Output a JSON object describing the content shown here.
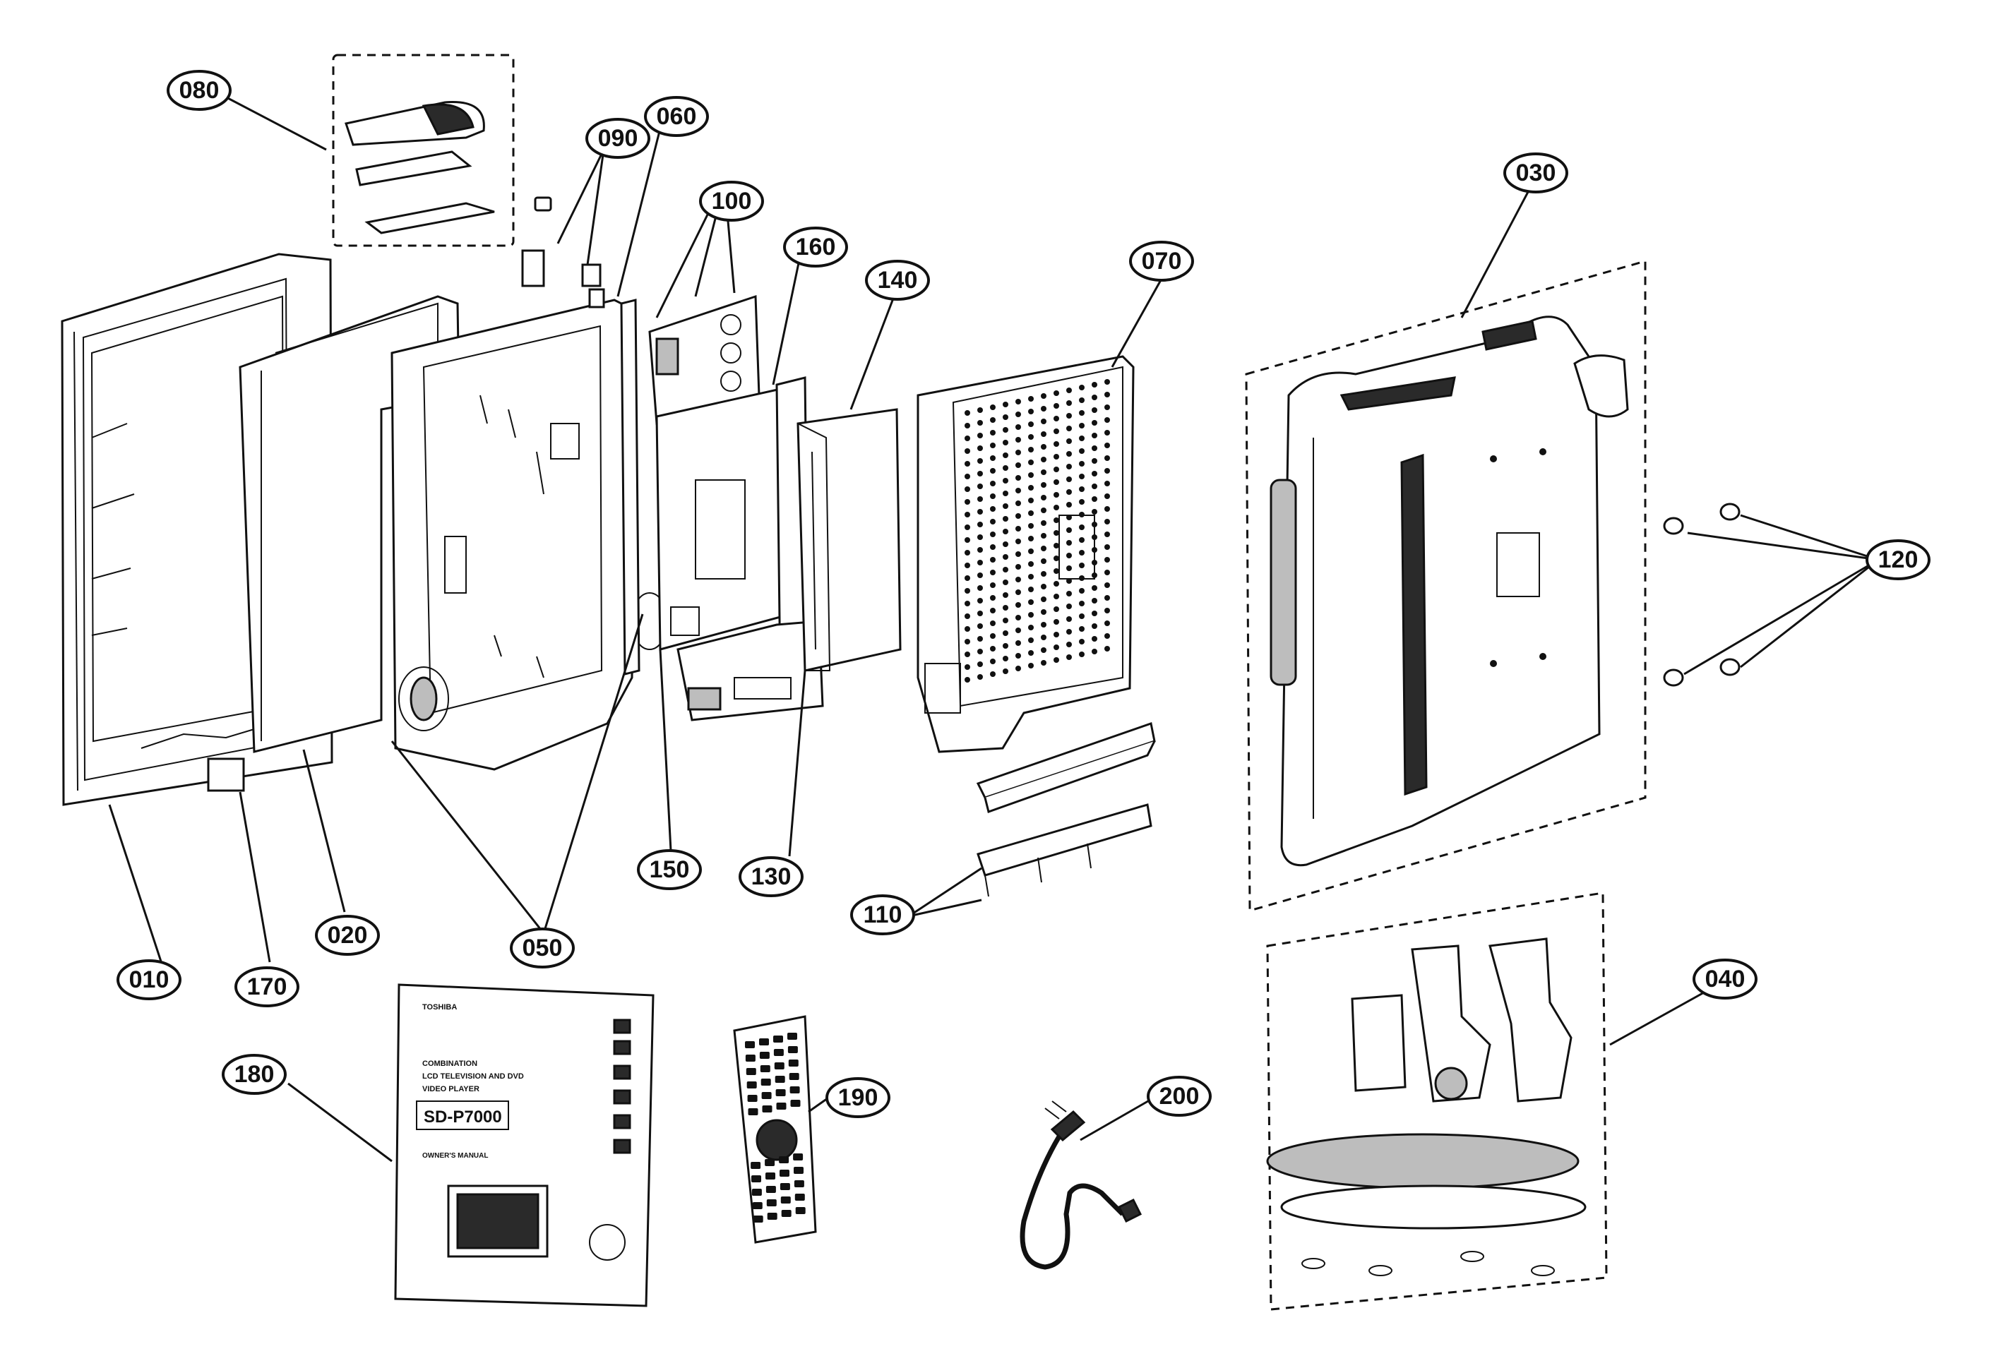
{
  "callouts": {
    "c010": "010",
    "c020": "020",
    "c030": "030",
    "c040": "040",
    "c050": "050",
    "c060": "060",
    "c070": "070",
    "c080": "080",
    "c090": "090",
    "c100": "100",
    "c110": "110",
    "c120": "120",
    "c130": "130",
    "c140": "140",
    "c150": "150",
    "c160": "160",
    "c170": "170",
    "c180": "180",
    "c190": "190",
    "c200": "200"
  },
  "manual": {
    "brand": "TOSHIBA",
    "line1": "COMBINATION",
    "line2": "LCD TELEVISION AND DVD",
    "line3": "VIDEO PLAYER",
    "model": "SD-P7000",
    "subtitle": "OWNER'S MANUAL"
  }
}
